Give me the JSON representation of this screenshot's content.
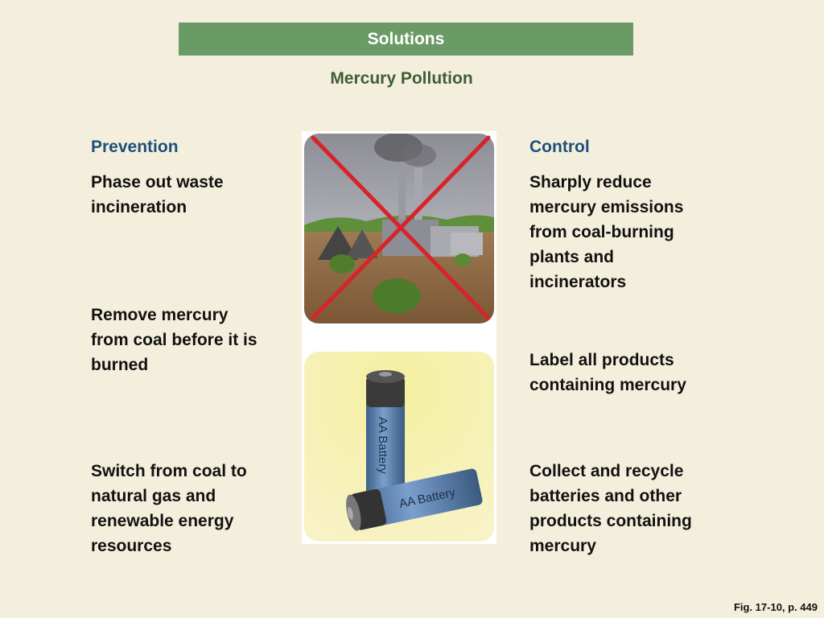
{
  "header": {
    "banner": "Solutions",
    "subtitle": "Mercury Pollution"
  },
  "prevention": {
    "heading": "Prevention",
    "items": [
      "Phase out waste\nincineration",
      "Remove mercury\nfrom coal before it is\nburned",
      "Switch from coal to\nnatural gas and\nrenewable energy\nresources"
    ]
  },
  "control": {
    "heading": "Control",
    "items": [
      "Sharply reduce\nmercury emissions\nfrom coal-burning\nplants and\nincinerators",
      "Label all products\ncontaining mercury",
      "Collect and recycle\nbatteries and other\nproducts containing\nmercury"
    ]
  },
  "images": {
    "battery_label": "AA Battery"
  },
  "colors": {
    "background": "#f4efdd",
    "banner": "#6a9b66",
    "heading": "#1f4f7a",
    "x_mark": "#d8232a"
  },
  "footer": {
    "figure_ref": "Fig. 17-10, p. 449"
  }
}
